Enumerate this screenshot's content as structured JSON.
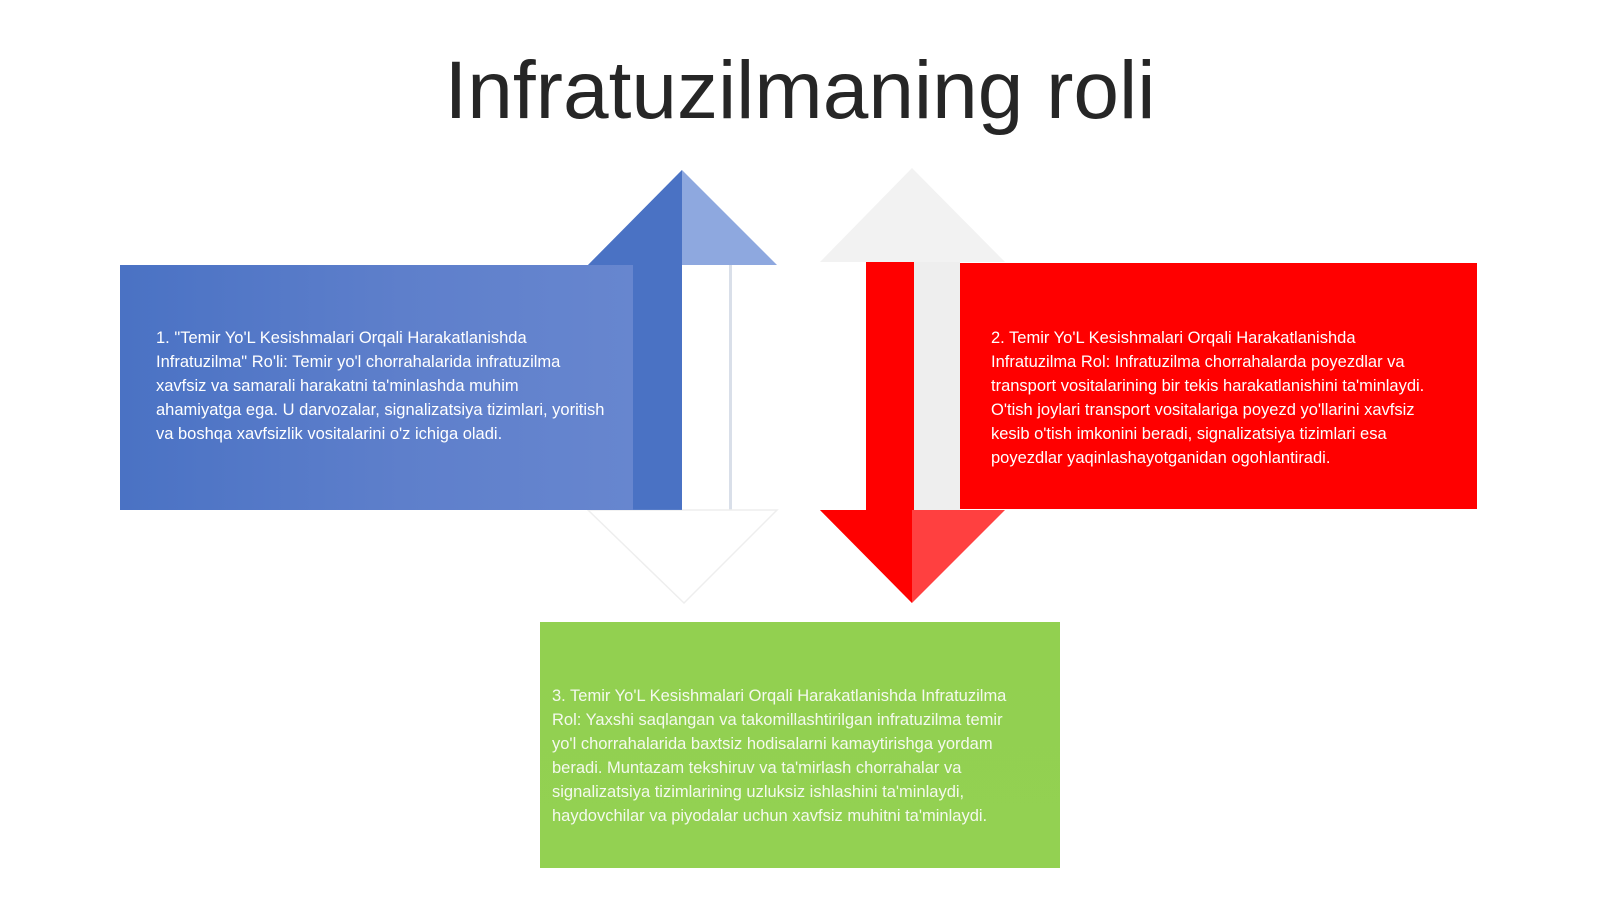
{
  "slide": {
    "title": "Infratuzilmaning roli"
  },
  "boxes": [
    {
      "text": "1. \"Temir Yo'L Kesishmalari Orqali Harakatlanishda Infratuzilma\" Ro'li: Temir yo'l chorrahalarida infratuzilma xavfsiz va samarali harakatni ta'minlashda muhim ahamiyatga ega. U darvozalar, signalizatsiya tizimlari, yoritish va boshqa xavfsizlik vositalarini o'z ichiga oladi.",
      "color": "#4a72c4"
    },
    {
      "text": "2. Temir Yo'L Kesishmalari Orqali Harakatlanishda Infratuzilma Rol: Infratuzilma chorrahalarda poyezdlar va transport vositalarining bir tekis harakatlanishini ta'minlaydi. O'tish joylari transport vositalariga poyezd yo'llarini xavfsiz kesib o'tish imkonini beradi, signalizatsiya tizimlari esa poyezdlar yaqinlashayotganidan ogohlantiradi.",
      "color": "#ff0000"
    },
    {
      "text": "3. Temir Yo'L Kesishmalari Orqali Harakatlanishda Infratuzilma Rol: Yaxshi saqlangan va takomillashtirilgan infratuzilma temir yo'l chorrahalarida baxtsiz hodisalarni kamaytirishga yordam beradi. Muntazam tekshiruv va ta'mirlash chorrahalar va signalizatsiya tizimlarining uzluksiz ishlashini ta'minlaydi, haydovchilar va piyodalar uchun xavfsiz muhitni ta'minlaydi.",
      "color": "#92d050"
    }
  ]
}
